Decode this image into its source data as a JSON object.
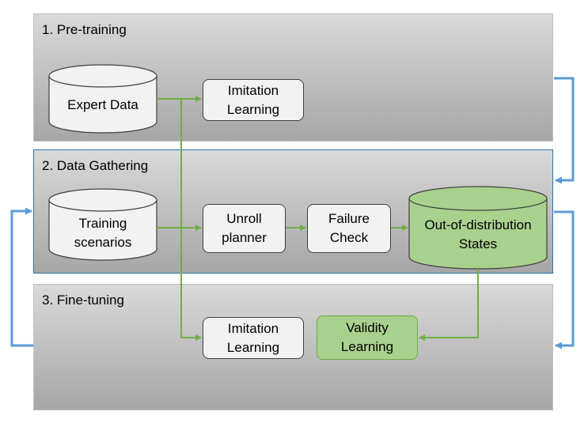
{
  "stages": {
    "pretraining": {
      "title": "1. Pre-training"
    },
    "data_gathering": {
      "title": "2. Data Gathering"
    },
    "finetuning": {
      "title": "3. Fine-tuning"
    }
  },
  "nodes": {
    "expert_data": "Expert Data",
    "imitation_top": "Imitation\nLearning",
    "training_scenarios": "Training\nscenarios",
    "unroll_planner": "Unroll\nplanner",
    "failure_check": "Failure\nCheck",
    "ood_states": "Out-of-distribution\nStates",
    "imitation_bottom": "Imitation\nLearning",
    "validity_learning": "Validity\nLearning"
  },
  "colors": {
    "flow_arrow": "#70ad47",
    "stage_arrow": "#5b9bd5",
    "highlight_fill": "#a9d18e",
    "panel_border_active": "#2e75b6"
  }
}
